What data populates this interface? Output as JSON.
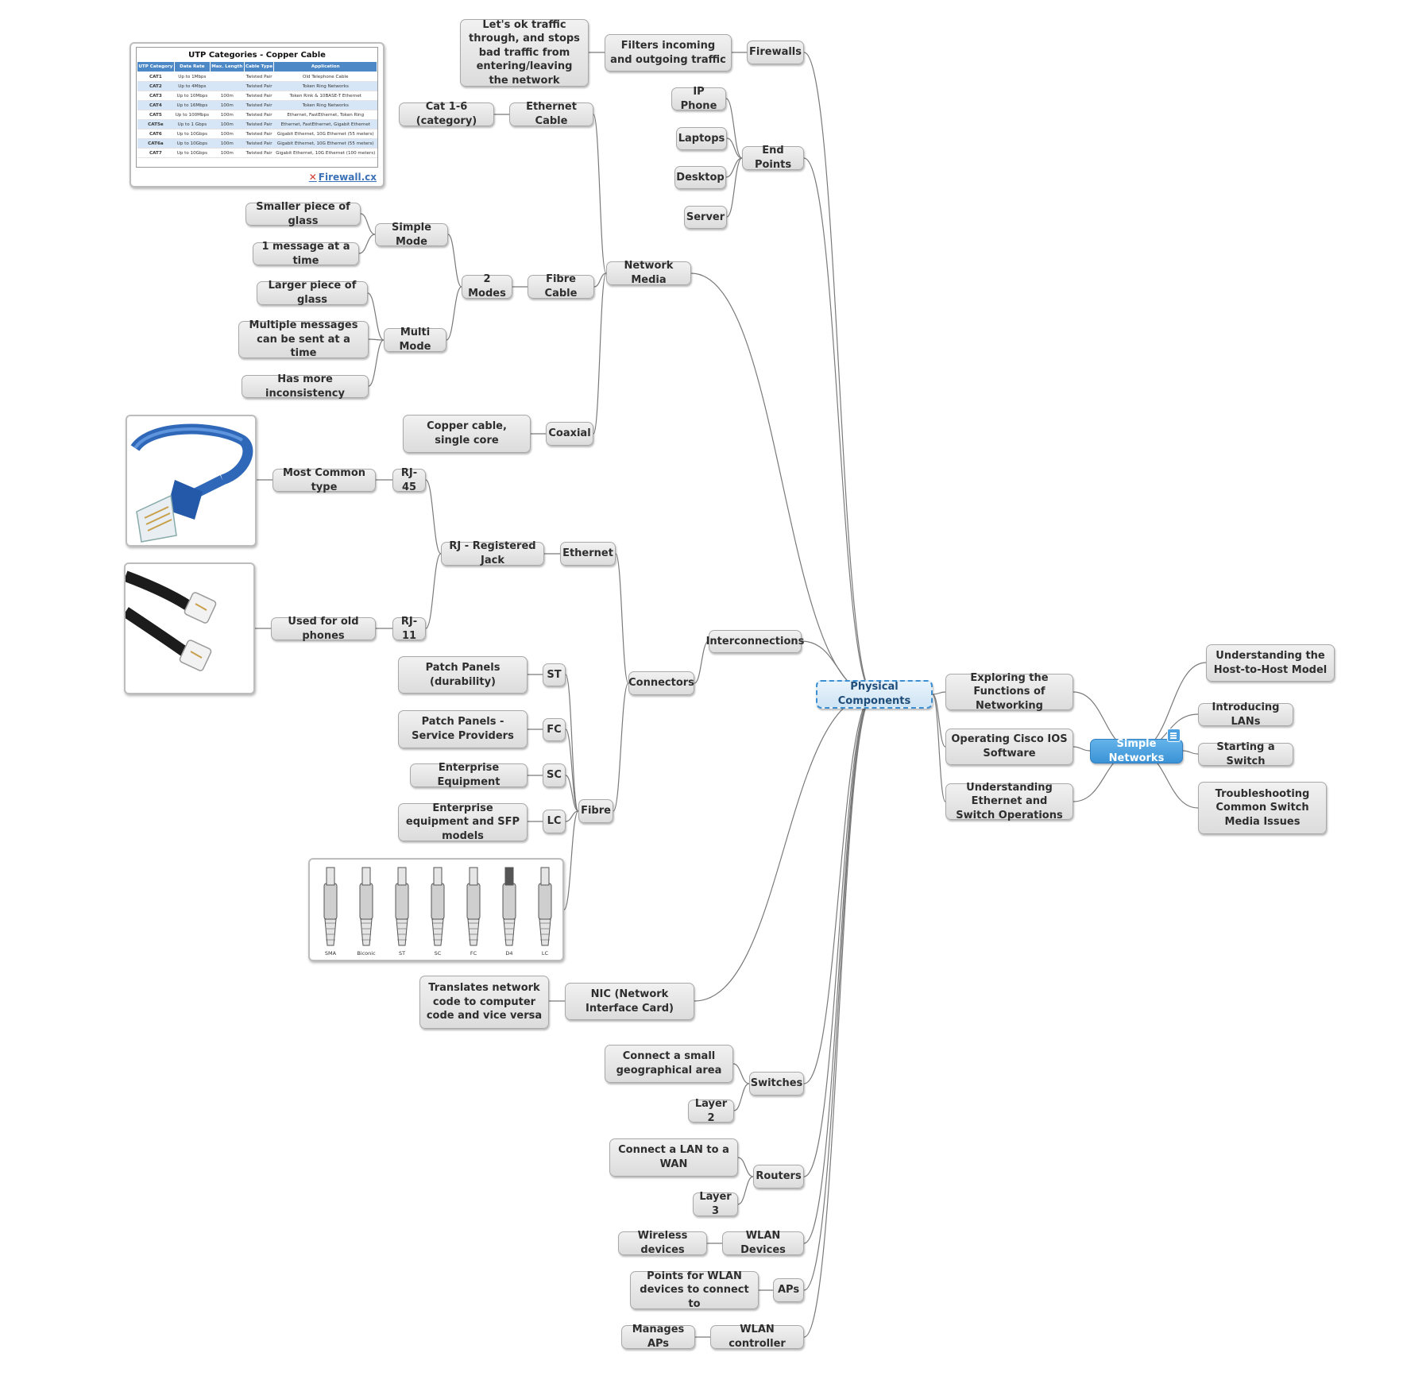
{
  "central": "Physical Components",
  "hub": "Simple Networks",
  "siblings": [
    "Exploring the Functions of Networking",
    "Operating Cisco IOS Software",
    "Understanding Ethernet and Switch Operations",
    "Understanding the Host-to-Host Model",
    "Introducing LANs",
    "Starting a Switch",
    "Troubleshooting Common Switch Media Issues"
  ],
  "firewalls": {
    "label": "Firewalls",
    "filters": "Filters incoming and outgoing traffic",
    "traffic": "Let's ok traffic through, and stops bad traffic from entering/leaving the network"
  },
  "endpoints": {
    "label": "End Points",
    "items": [
      "IP Phone",
      "Laptops",
      "Desktop",
      "Server"
    ]
  },
  "media": {
    "label": "Network Media",
    "ethernet_cable": "Ethernet Cable",
    "cat": "Cat 1-6 (category)",
    "fibre_cable": "Fibre Cable",
    "two_modes": "2 Modes",
    "simple_mode": "Simple Mode",
    "simple_items": [
      "Smaller piece of glass",
      "1 message at a time"
    ],
    "multi_mode": "Multi Mode",
    "multi_items": [
      "Larger piece of glass",
      "Multiple messages can be sent at a time",
      "Has more inconsistency"
    ],
    "coaxial": "Coaxial",
    "coax_desc": "Copper cable, single core"
  },
  "utp_table": {
    "title": "UTP Categories - Copper Cable",
    "headers": [
      "UTP Category",
      "Data Rate",
      "Max. Length",
      "Cable Type",
      "Application"
    ],
    "rows": [
      [
        "CAT1",
        "Up to 1Mbps",
        "",
        "Twisted Pair",
        "Old Telephone Cable"
      ],
      [
        "CAT2",
        "Up to 4Mbps",
        "",
        "Twisted Pair",
        "Token Ring Networks"
      ],
      [
        "CAT3",
        "Up to 10Mbps",
        "100m",
        "Twisted Pair",
        "Token Rink & 10BASE-T Ethernet"
      ],
      [
        "CAT4",
        "Up to 16Mbps",
        "100m",
        "Twisted Pair",
        "Token Ring Networks"
      ],
      [
        "CAT5",
        "Up to 100Mbps",
        "100m",
        "Twisted Pair",
        "Ethernet, FastEthernet, Token Ring"
      ],
      [
        "CAT5e",
        "Up to 1 Gbps",
        "100m",
        "Twisted Pair",
        "Ethernet, FastEthernet, Gigabit Ethernet"
      ],
      [
        "CAT6",
        "Up to 10Gbps",
        "100m",
        "Twisted Pair",
        "Gigabit Ethernet, 10G Ethernet (55 meters)"
      ],
      [
        "CAT6a",
        "Up to 10Gbps",
        "100m",
        "Twisted Pair",
        "Gigabit Ethernet, 10G Ethernet (55 meters)"
      ],
      [
        "CAT7",
        "Up to 10Gbps",
        "100m",
        "Twisted Pair",
        "Gigabit Ethernet, 10G Ethernet (100 meters)"
      ]
    ],
    "logo": "Firewall.cx"
  },
  "interconnections": "Interconnections",
  "connectors": {
    "label": "Connectors",
    "ethernet": "Ethernet",
    "rj": "RJ - Registered Jack",
    "rj45": "RJ-45",
    "rj45_desc": "Most Common type",
    "rj11": "RJ-11",
    "rj11_desc": "Used for old phones",
    "fibre": "Fibre",
    "st": "ST",
    "st_desc": "Patch Panels (durability)",
    "fc": "FC",
    "fc_desc": "Patch Panels - Service Providers",
    "sc": "SC",
    "sc_desc": "Enterprise Equipment",
    "lc": "LC",
    "lc_desc": "Enterprise equipment and SFP models",
    "fibre_types": [
      "SMA",
      "Biconic",
      "ST",
      "SC",
      "FC",
      "D4",
      "LC"
    ]
  },
  "nic": {
    "label": "NIC (Network Interface Card)",
    "desc": "Translates network code to computer code and vice versa"
  },
  "switches": {
    "label": "Switches",
    "items": [
      "Connect a small geographical area",
      "Layer 2"
    ]
  },
  "routers": {
    "label": "Routers",
    "items": [
      "Connect a LAN to a WAN",
      "Layer 3"
    ]
  },
  "wlan_devices": {
    "label": "WLAN Devices",
    "desc": "Wireless devices"
  },
  "aps": {
    "label": "APs",
    "desc": "Points for WLAN devices to connect to"
  },
  "wlan_controller": {
    "label": "WLAN controller",
    "desc": "Manages APs"
  },
  "colors": {
    "line": "#7a7a7a",
    "node_border": "#a9a9a9",
    "central_border": "#3d8fd1",
    "hub": "#3b93d6"
  }
}
